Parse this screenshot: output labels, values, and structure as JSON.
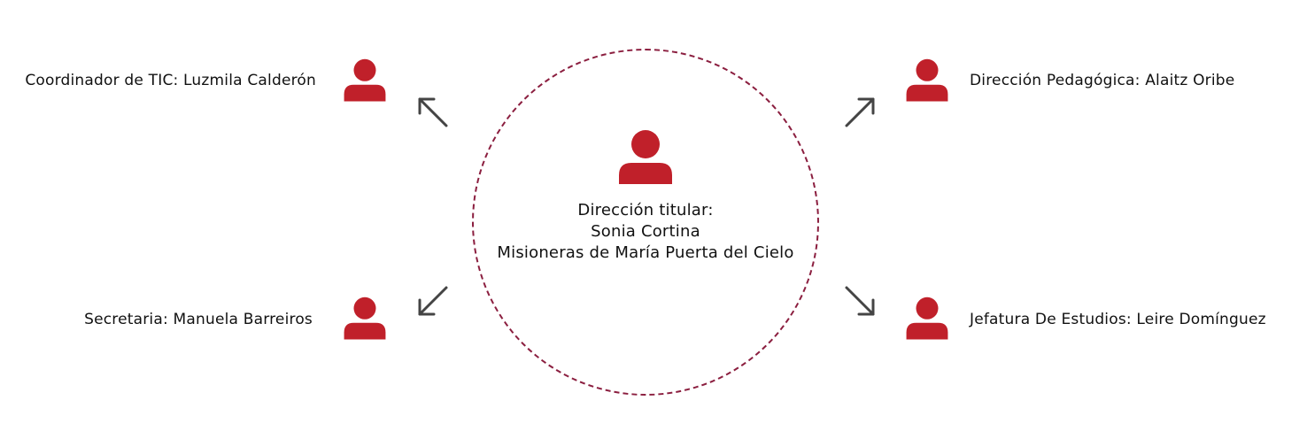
{
  "colors": {
    "accent": "#c0202a",
    "circle_border": "#8b1e3f",
    "arrow": "#444444",
    "text": "#111111"
  },
  "center": {
    "line1": "Dirección titular:",
    "line2": "Sonia Cortina",
    "line3": "Misioneras de María Puerta del Cielo",
    "icon": "person-icon"
  },
  "nodes": {
    "top_left": {
      "label": "Coordinador de TIC: Luzmila Calderón",
      "icon": "person-icon",
      "arrow": "arrow-up-left"
    },
    "bottom_left": {
      "label": "Secretaria: Manuela Barreiros",
      "icon": "person-icon",
      "arrow": "arrow-down-left"
    },
    "top_right": {
      "label": "Dirección Pedagógica: Alaitz Oribe",
      "icon": "person-icon",
      "arrow": "arrow-up-right"
    },
    "bottom_right": {
      "label": "Jefatura De Estudios: Leire Domínguez",
      "icon": "person-icon",
      "arrow": "arrow-down-right"
    }
  }
}
